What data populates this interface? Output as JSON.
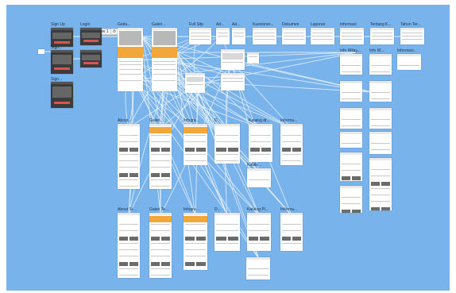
{
  "canvas": {
    "background": "#79b3ec",
    "frame_color": "#ffffff",
    "accent": "#f2a73b",
    "wire_color": "#e6f1fb"
  },
  "toolbar": {
    "zoom_label": "pw 1",
    "zoom_icon": "fit-icon"
  },
  "screens": [
    {
      "label": "Sign Up"
    },
    {
      "label": "Login"
    },
    {
      "label": "Gedu..."
    },
    {
      "label": "Galeri..."
    },
    {
      "label": "Full Sitp"
    },
    {
      "label": "Ad..."
    },
    {
      "label": "Ad..."
    },
    {
      "label": "Kuesioner..."
    },
    {
      "label": "Dokumen"
    },
    {
      "label": "Laporan"
    },
    {
      "label": "Informasi"
    },
    {
      "label": "Tentang K..."
    },
    {
      "label": "Tahun Ter..."
    },
    {
      "label": "Sign..."
    },
    {
      "label": "Sign..."
    },
    {
      "label": "About..."
    },
    {
      "label": "Galeri..."
    },
    {
      "label": "Infogra..."
    },
    {
      "label": "D..."
    },
    {
      "label": "Katalog dr..."
    },
    {
      "label": "Informa..."
    },
    {
      "label": "Katalo..."
    },
    {
      "label": "About Si..."
    },
    {
      "label": "Galeri Te..."
    },
    {
      "label": "Infogra..."
    },
    {
      "label": "D..."
    },
    {
      "label": "Katalog Pl..."
    },
    {
      "label": "Informa..."
    },
    {
      "label": "Info Wilay..."
    },
    {
      "label": "Info W..."
    },
    {
      "label": "Informasi..."
    }
  ]
}
